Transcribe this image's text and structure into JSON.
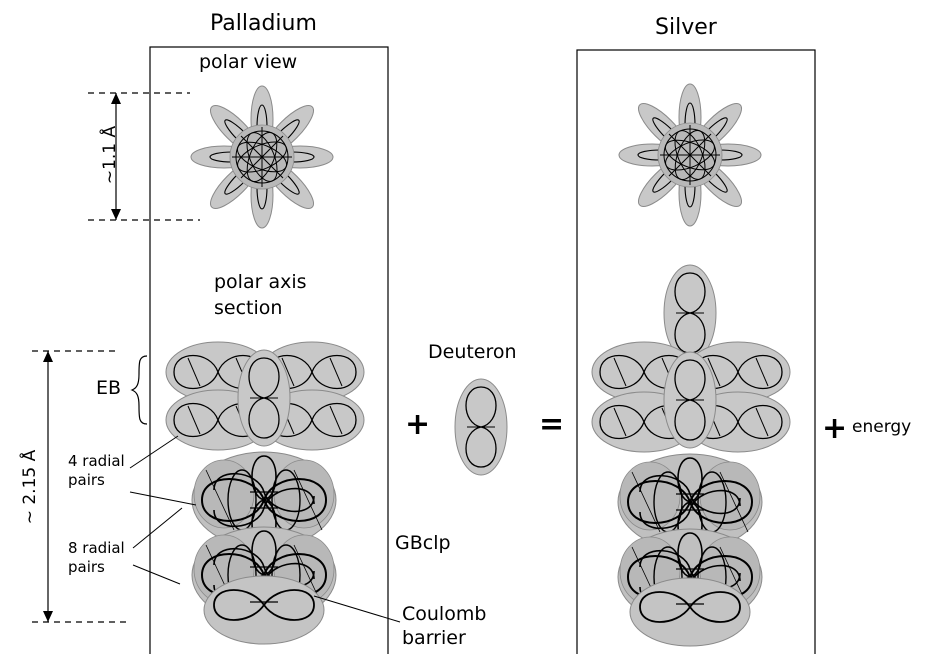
{
  "titles": {
    "left": "Palladium",
    "right": "Silver"
  },
  "labels": {
    "polar_view": "polar view",
    "polar_axis_line1": "polar axis",
    "polar_axis_line2": "section",
    "deuteron": "Deuteron",
    "eb": "EB",
    "radial4_line1": "4 radial",
    "radial4_line2": "pairs",
    "radial8_line1": "8 radial",
    "radial8_line2": "pairs",
    "gbclp": "GBclp",
    "coulomb_line1": "Coulomb",
    "coulomb_line2": "barrier",
    "energy": "energy"
  },
  "dimensions": {
    "small": "~1.1 Å",
    "large": "~ 2.15 Å"
  },
  "operators": {
    "plus1": "+",
    "equals": "=",
    "plus2": "+"
  },
  "colors": {
    "fill": "#c8c8c8",
    "fill_stroke": "#8a8a8a",
    "line": "#000000"
  }
}
